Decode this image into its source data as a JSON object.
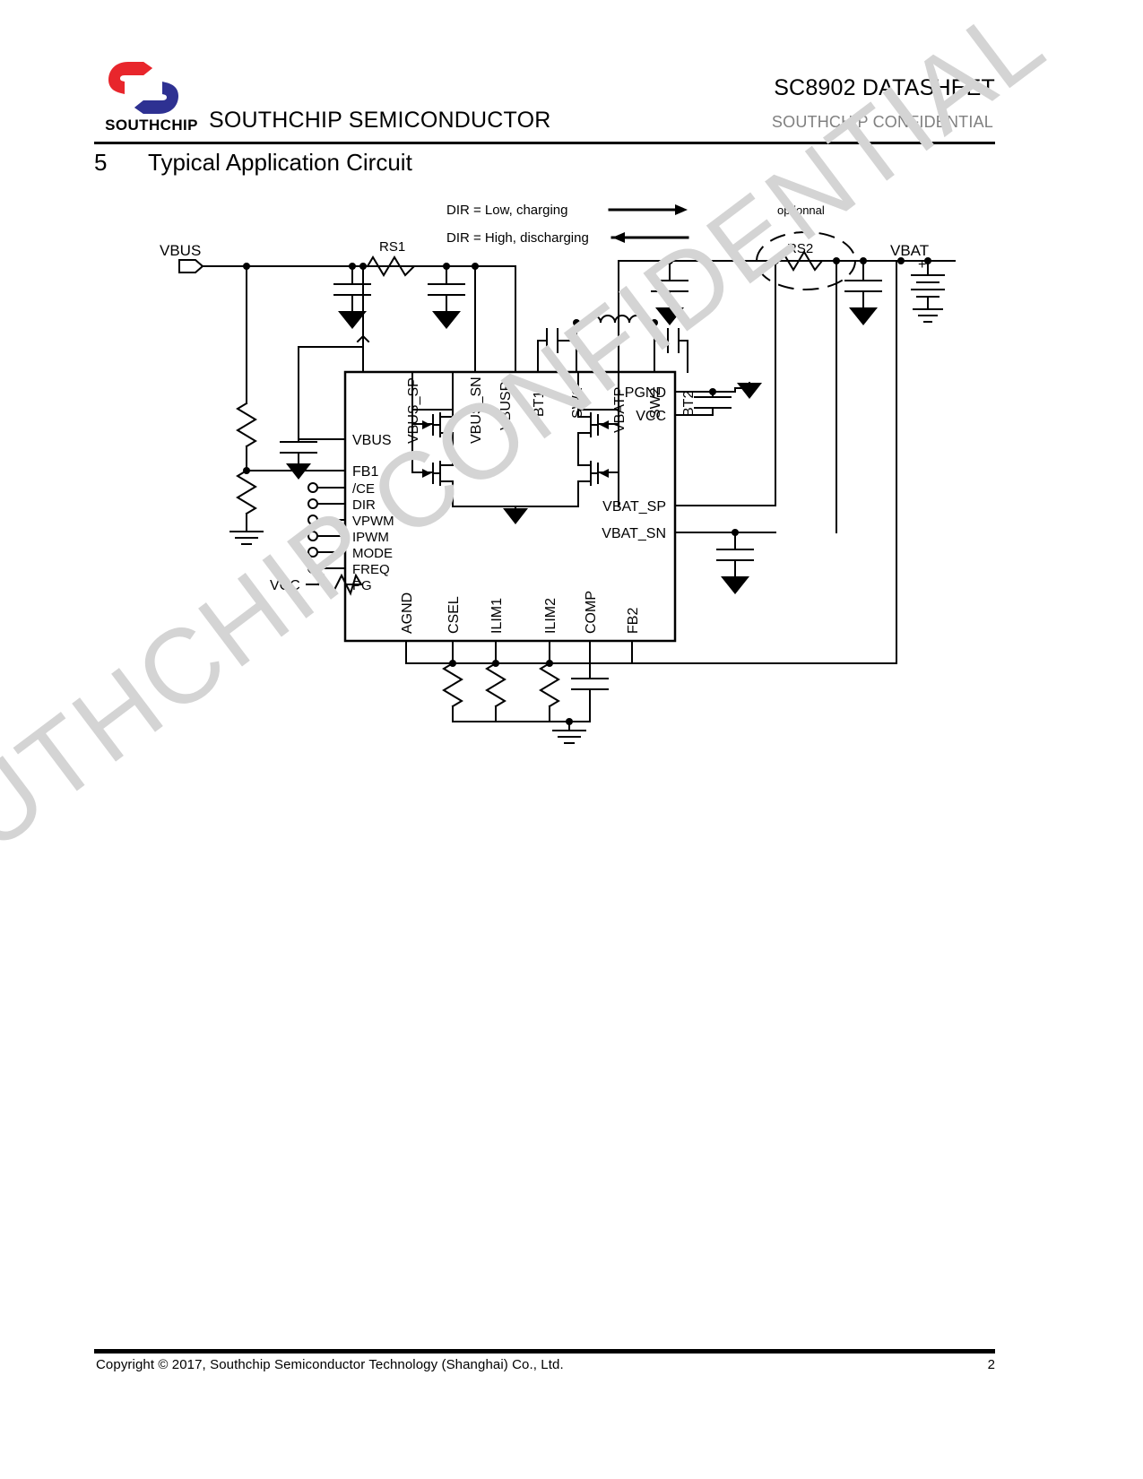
{
  "header": {
    "logo_name": "southchip-logo",
    "logo_word": "SOUTHCHIP",
    "company": "SOUTHCHIP SEMICONDUCTOR",
    "datasheet_title": "SC8902 DATASHEET",
    "confidential": "SOUTHCHIP CONFIDENTIAL",
    "logo_red": "#E8262C",
    "logo_blue": "#2E3192",
    "confidential_color": "#808080"
  },
  "section": {
    "number": "5",
    "title": "Typical Application Circuit"
  },
  "watermark": {
    "text": "SOUTHCHIP CONFIDENTIAL",
    "color": "#d4d4d4"
  },
  "schematic": {
    "notes": [
      {
        "text": "DIR = Low, charging"
      },
      {
        "text": "DIR = High, discharging"
      }
    ],
    "net_labels": {
      "vbus": "VBUS",
      "vbat": "VBAT",
      "rs1": "RS1",
      "rs2": "RS2",
      "optional": "optionnal",
      "vcc_pullup": "VCC"
    },
    "pins_top": [
      "VBUS_SP",
      "VBUS_SN",
      "VBUSP",
      "BT1",
      "SW1",
      "SW2",
      "BT2",
      "VBATP"
    ],
    "pins_left": [
      "VBUS",
      "FB1",
      "/CE",
      "DIR",
      "VPWM",
      "IPWM",
      "MODE",
      "FREQ",
      "PG"
    ],
    "pins_right": [
      "PGND",
      "VCC",
      "VBAT_SP",
      "VBAT_SN"
    ],
    "pins_bottom": [
      "AGND",
      "CSEL",
      "ILIM1",
      "ILIM2",
      "COMP",
      "FB2"
    ]
  },
  "footer": {
    "copyright": "Copyright © 2017, Southchip Semiconductor Technology (Shanghai) Co., Ltd.",
    "page": "2"
  }
}
